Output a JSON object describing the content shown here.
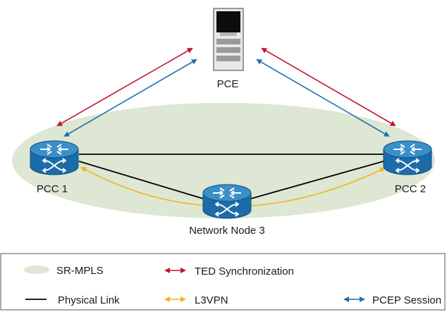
{
  "diagram": {
    "nodes": {
      "pce": {
        "label": "PCE"
      },
      "pcc1": {
        "label": "PCC 1"
      },
      "pcc2": {
        "label": "PCC 2"
      },
      "node3": {
        "label": "Network Node 3"
      }
    },
    "colors": {
      "sr_mpls_area": "#dde7d3",
      "physical_link": "#000000",
      "ted_sync": "#c0152f",
      "l3vpn": "#f2b51f",
      "pcep": "#1f6fb2",
      "router_fill": "#1b6ca8",
      "router_top": "#3b8fc9"
    },
    "legend": {
      "sr_mpls": "SR-MPLS",
      "ted": "TED Synchronization",
      "physical": "Physical Link",
      "l3vpn": "L3VPN",
      "pcep": "PCEP Session"
    }
  }
}
